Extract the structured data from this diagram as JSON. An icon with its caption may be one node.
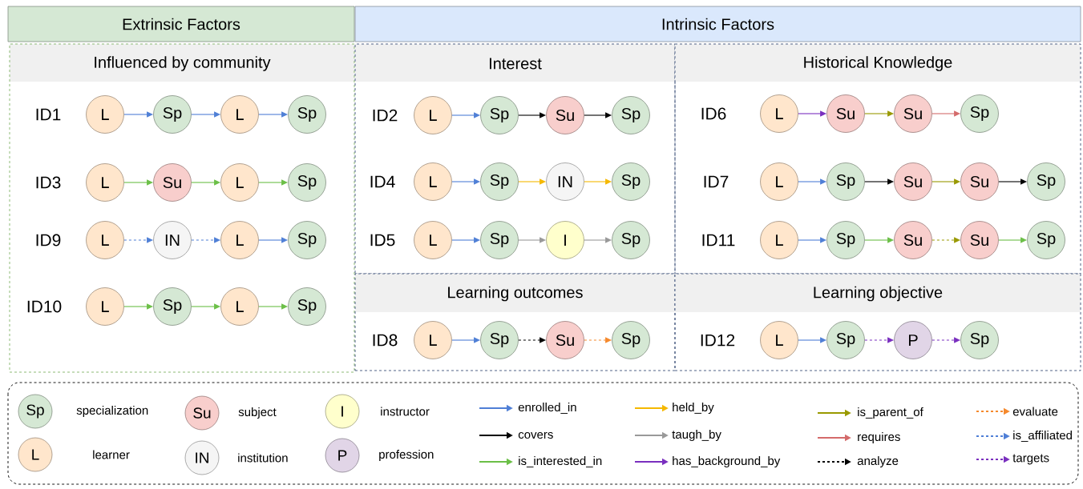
{
  "diagram": {
    "nodes": [
      {
        "text": [
          "Extrinsic Factors"
        ]
      },
      {
        "text": [
          "Intrinsic Factors"
        ]
      },
      {
        "text": [
          "Influenced by community"
        ]
      },
      {
        "text": [
          "Interest"
        ]
      },
      {
        "text": [
          "Historical Knowledge"
        ]
      },
      {
        "text": [
          "Learning outcomes"
        ]
      },
      {
        "text": [
          "Learning objective"
        ]
      },
      {
        "text": [
          "L"
        ],
        "in": 2
      },
      {
        "text": [
          "Sp"
        ],
        "in": 2
      },
      {
        "text": [
          "L"
        ],
        "in": 2
      },
      {
        "text": [
          "Sp"
        ],
        "in": 2
      },
      {
        "text": [
          "L"
        ],
        "in": 2
      },
      {
        "text": [
          "Su"
        ],
        "in": 2
      },
      {
        "text": [
          "L"
        ],
        "in": 2
      },
      {
        "text": [
          "Sp"
        ],
        "in": 2
      },
      {
        "text": [
          "L"
        ],
        "in": 2
      },
      {
        "text": [
          "IN"
        ],
        "in": 2
      },
      {
        "text": [
          "L"
        ],
        "in": 2
      },
      {
        "text": [
          "Sp"
        ],
        "in": 2
      },
      {
        "text": [
          "L"
        ],
        "in": 2
      },
      {
        "text": [
          "Sp"
        ],
        "in": 2
      },
      {
        "text": [
          "L"
        ],
        "in": 2
      },
      {
        "text": [
          "Sp"
        ],
        "in": 2
      },
      {
        "text": [
          "L"
        ],
        "in": 3
      },
      {
        "text": [
          "Sp"
        ],
        "in": 3
      },
      {
        "text": [
          "Su"
        ],
        "in": 3
      },
      {
        "text": [
          "Sp"
        ],
        "in": 3
      },
      {
        "text": [
          "L"
        ],
        "in": 3
      },
      {
        "text": [
          "Sp"
        ],
        "in": 3
      },
      {
        "text": [
          "IN"
        ],
        "in": 3
      },
      {
        "text": [
          "Sp"
        ],
        "in": 3
      },
      {
        "text": [
          "L"
        ],
        "in": 3
      },
      {
        "text": [
          "Sp"
        ],
        "in": 3
      },
      {
        "text": [
          "I"
        ],
        "in": 3
      },
      {
        "text": [
          "Sp"
        ],
        "in": 3
      },
      {
        "text": [
          "L"
        ],
        "in": 4
      },
      {
        "text": [
          "Su"
        ],
        "in": 4
      },
      {
        "text": [
          "Su"
        ],
        "in": 4
      },
      {
        "text": [
          "Sp"
        ],
        "in": 4
      },
      {
        "text": [
          "L"
        ],
        "in": 4
      },
      {
        "text": [
          "Sp"
        ],
        "in": 4
      },
      {
        "text": [
          "Su"
        ],
        "in": 4
      },
      {
        "text": [
          "Su"
        ],
        "in": 4
      },
      {
        "text": [
          "Sp"
        ],
        "in": 4
      },
      {
        "text": [
          "L"
        ],
        "in": 4
      },
      {
        "text": [
          "Sp"
        ],
        "in": 4
      },
      {
        "text": [
          "Su"
        ],
        "in": 4
      },
      {
        "text": [
          "Su"
        ],
        "in": 4
      },
      {
        "text": [
          "Sp"
        ],
        "in": 4
      },
      {
        "text": [
          "L"
        ],
        "in": 5
      },
      {
        "text": [
          "Sp"
        ],
        "in": 5
      },
      {
        "text": [
          "Su"
        ],
        "in": 5
      },
      {
        "text": [
          "Sp"
        ],
        "in": 5
      },
      {
        "text": [
          "L"
        ],
        "in": 6
      },
      {
        "text": [
          "Sp"
        ],
        "in": 6
      },
      {
        "text": [
          "P"
        ],
        "in": 6
      },
      {
        "text": [
          "Sp"
        ],
        "in": 6
      }
    ],
    "edges": [
      {
        "from": 7,
        "to": 8,
        "arrow": "to",
        "color": "#4f7fd6"
      },
      {
        "from": 8,
        "to": 9,
        "arrow": "to",
        "color": "#4f7fd6"
      },
      {
        "from": 9,
        "to": 10,
        "arrow": "to",
        "color": "#4f7fd6"
      },
      {
        "from": 11,
        "to": 12,
        "arrow": "to",
        "color": "#6bbf47"
      },
      {
        "from": 12,
        "to": 13,
        "arrow": "to",
        "color": "#6bbf47"
      },
      {
        "from": 13,
        "to": 14,
        "arrow": "to",
        "color": "#6bbf47"
      },
      {
        "from": 15,
        "to": 16,
        "arrow": "to",
        "color": "#4f7fd6",
        "style": "dashed"
      },
      {
        "from": 16,
        "to": 17,
        "arrow": "to",
        "color": "#4f7fd6",
        "style": "dashed"
      },
      {
        "from": 17,
        "to": 18,
        "arrow": "to",
        "color": "#4f7fd6"
      },
      {
        "from": 19,
        "to": 20,
        "arrow": "to",
        "color": "#6bbf47"
      },
      {
        "from": 20,
        "to": 21,
        "arrow": "to",
        "color": "#6bbf47"
      },
      {
        "from": 21,
        "to": 22,
        "arrow": "to",
        "color": "#6bbf47"
      },
      {
        "from": 23,
        "to": 24,
        "arrow": "to",
        "color": "#4f7fd6"
      },
      {
        "from": 24,
        "to": 25,
        "arrow": "to",
        "color": "#000000"
      },
      {
        "from": 25,
        "to": 26,
        "arrow": "to",
        "color": "#000000"
      },
      {
        "from": 27,
        "to": 28,
        "arrow": "to",
        "color": "#4f7fd6"
      },
      {
        "from": 28,
        "to": 29,
        "arrow": "to",
        "color": "#f5b800"
      },
      {
        "from": 29,
        "to": 30,
        "arrow": "to",
        "color": "#f5b800"
      },
      {
        "from": 31,
        "to": 32,
        "arrow": "to",
        "color": "#4f7fd6"
      },
      {
        "from": 32,
        "to": 33,
        "arrow": "to",
        "color": "#999999"
      },
      {
        "from": 33,
        "to": 34,
        "arrow": "to",
        "color": "#999999"
      },
      {
        "from": 35,
        "to": 36,
        "arrow": "to",
        "color": "#7a2fbf"
      },
      {
        "from": 36,
        "to": 37,
        "arrow": "to",
        "color": "#999900"
      },
      {
        "from": 37,
        "to": 38,
        "arrow": "to",
        "color": "#d46b6b"
      },
      {
        "from": 39,
        "to": 40,
        "arrow": "to",
        "color": "#4f7fd6"
      },
      {
        "from": 40,
        "to": 41,
        "arrow": "to",
        "color": "#000000"
      },
      {
        "from": 41,
        "to": 42,
        "arrow": "to",
        "color": "#999900"
      },
      {
        "from": 42,
        "to": 43,
        "arrow": "to",
        "color": "#000000"
      },
      {
        "from": 44,
        "to": 45,
        "arrow": "to",
        "color": "#4f7fd6"
      },
      {
        "from": 45,
        "to": 46,
        "arrow": "to",
        "color": "#6bbf47"
      },
      {
        "from": 46,
        "to": 47,
        "arrow": "to",
        "color": "#999900",
        "style": "dashed"
      },
      {
        "from": 47,
        "to": 48,
        "arrow": "to",
        "color": "#6bbf47"
      },
      {
        "from": 49,
        "to": 50,
        "arrow": "to",
        "color": "#4f7fd6"
      },
      {
        "from": 50,
        "to": 51,
        "arrow": "to",
        "color": "#000000",
        "style": "dashed"
      },
      {
        "from": 51,
        "to": 52,
        "arrow": "to",
        "color": "#f5892d",
        "style": "dashed"
      },
      {
        "from": 53,
        "to": 54,
        "arrow": "to",
        "color": "#4f7fd6"
      },
      {
        "from": 54,
        "to": 55,
        "arrow": "to",
        "color": "#7a2fbf",
        "style": "dashed"
      },
      {
        "from": 55,
        "to": 56,
        "arrow": "to",
        "color": "#7a2fbf",
        "style": "dashed"
      }
    ],
    "labels": [
      "ID1",
      "ID3",
      "ID9",
      "ID10",
      "ID2",
      "ID4",
      "ID5",
      "ID6",
      "ID7",
      "ID11",
      "ID8",
      "ID12",
      "Sp",
      "L",
      "Su",
      "IN",
      "I",
      "P"
    ],
    "legend": [
      {
        "text": "specialization",
        "color": "#d5e8d4"
      },
      {
        "text": "learner",
        "color": "#ffe6cc"
      },
      {
        "text": "subject",
        "color": "#f8cecc"
      },
      {
        "text": "institution",
        "color": "#f5f5f5"
      },
      {
        "text": "instructor",
        "color": "#ffffcc"
      },
      {
        "text": "profession",
        "color": "#e1d5e7"
      },
      {
        "text": "enrolled_in",
        "color": "#4f7fd6"
      },
      {
        "text": "covers",
        "color": "#000000"
      },
      {
        "text": "is_interested_in",
        "color": "#6bbf47"
      },
      {
        "text": "held_by",
        "color": "#f5b800"
      },
      {
        "text": "taugh_by",
        "color": "#999999"
      },
      {
        "text": "has_background_by",
        "color": "#7a2fbf"
      },
      {
        "text": "is_parent_of",
        "color": "#999900"
      },
      {
        "text": "requires",
        "color": "#d46b6b"
      },
      {
        "text": "analyze",
        "color": "#000000"
      },
      {
        "text": "evaluate",
        "color": "#f5892d"
      },
      {
        "text": "is_affiliated",
        "color": "#4f7fd6"
      },
      {
        "text": "targets",
        "color": "#7a2fbf"
      }
    ]
  }
}
